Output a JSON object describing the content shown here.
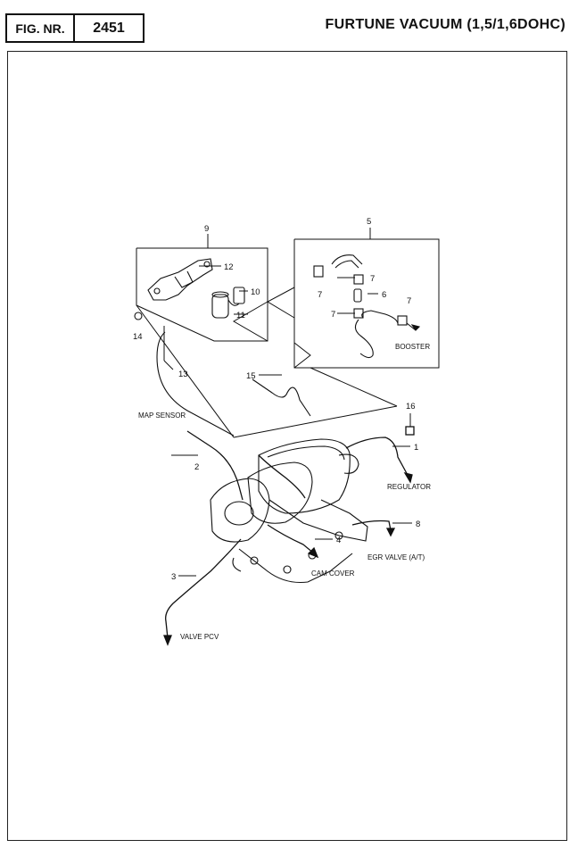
{
  "header": {
    "fig_label": "FIG. NR.",
    "fig_number": "2451",
    "title": "FURTUNE VACUUM (1,5/1,6DOHC)"
  },
  "callouts": {
    "c1": "1",
    "c2": "2",
    "c3": "3",
    "c4": "4",
    "c5": "5",
    "c6": "6",
    "c7a": "7",
    "c7b": "7",
    "c7c": "7",
    "c7d": "7",
    "c8": "8",
    "c9": "9",
    "c10": "10",
    "c11": "11",
    "c12": "12",
    "c13": "13",
    "c14": "14",
    "c15": "15",
    "c16": "16"
  },
  "labels": {
    "booster": "BOOSTER",
    "map_sensor": "MAP SENSOR",
    "regulator": "REGULATOR",
    "egr_valve": "EGR VALVE (A/T)",
    "cam_cover": "CAM COVER",
    "valve_pcv": "VALVE PCV"
  },
  "colors": {
    "ink": "#111111",
    "paper": "#ffffff"
  }
}
